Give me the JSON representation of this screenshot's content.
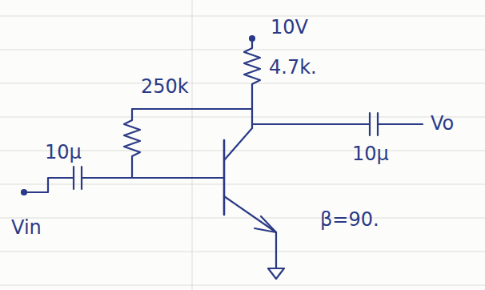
{
  "diagram": {
    "labels": [
      "10V",
      "4.7k.",
      "250k",
      "10μ",
      "Vin",
      "10μ",
      "Vo",
      "β=90."
    ]
  }
}
